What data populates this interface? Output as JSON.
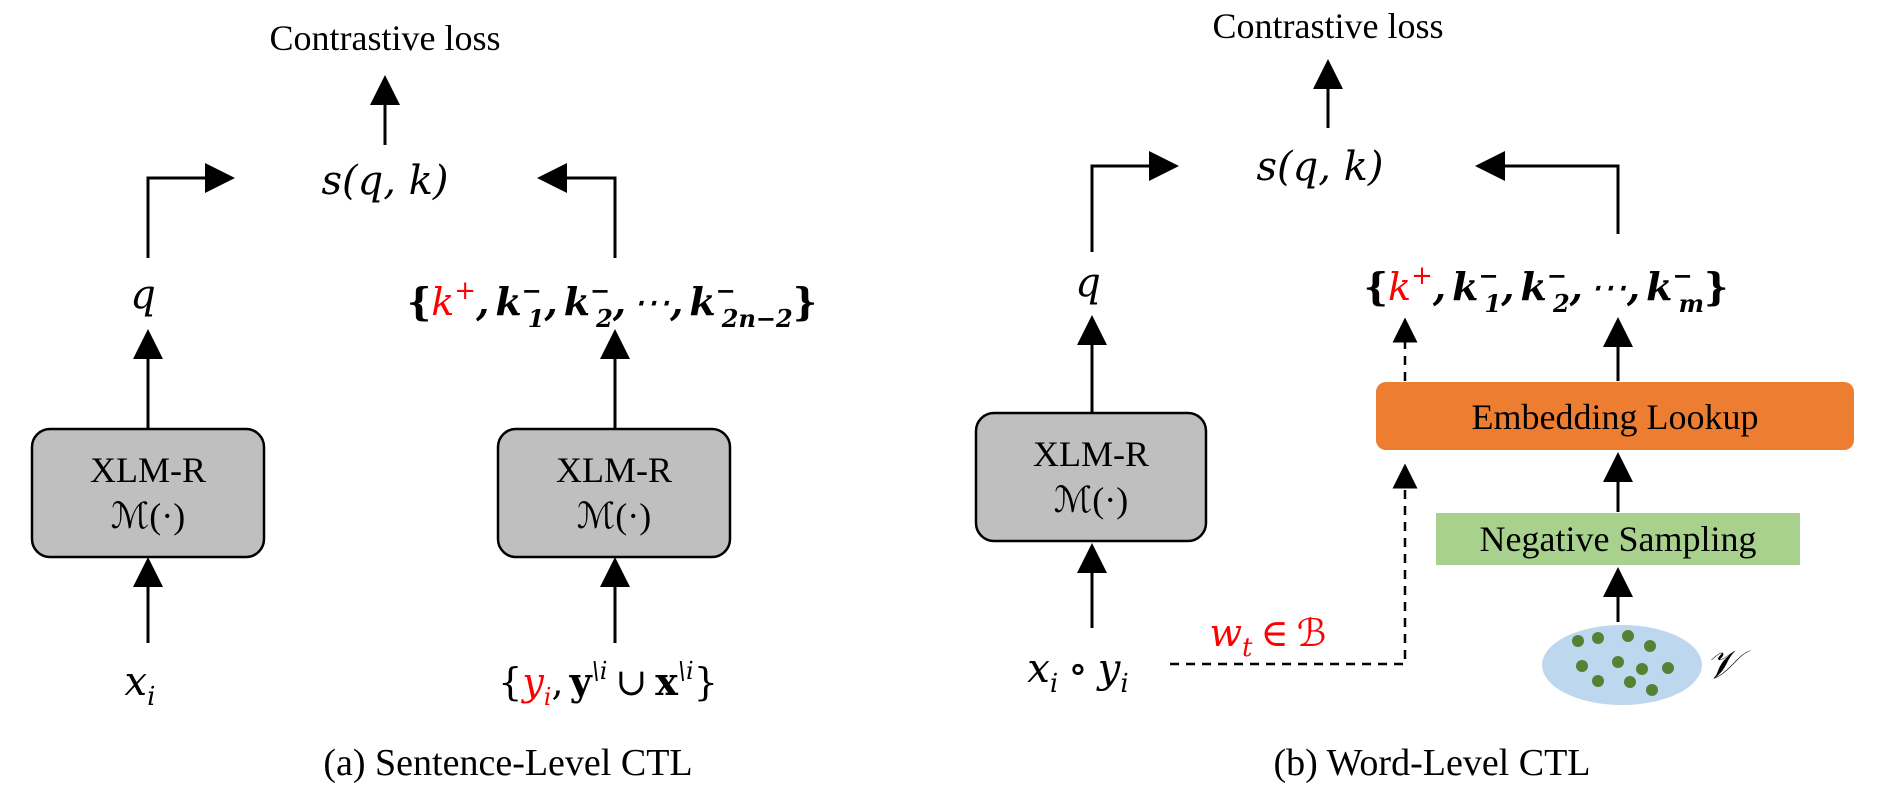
{
  "colors": {
    "red": "#ff0000",
    "box_gray": "#bfbfbf",
    "embedding_orange": "#ed7d31",
    "sampling_green": "#a9d18e",
    "vocab_blue": "#bdd7ee",
    "vocab_dot": "#548235"
  },
  "panel_a": {
    "caption": "(a) Sentence-Level CTL",
    "loss_label": "Contrastive loss",
    "score": "s(q, k)",
    "query": "q",
    "encoder_left": {
      "name": "XLM-R",
      "fn": "ℳ(·)"
    },
    "encoder_right": {
      "name": "XLM-R",
      "fn": "ℳ(·)"
    },
    "input_left": {
      "x": "x",
      "sub": "i"
    },
    "keys": {
      "open": "{",
      "pos": "k",
      "pos_sup": "+",
      "sep": ",",
      "k1_sup": "−",
      "k1_sub": "1",
      "k2_sup": "−",
      "k2_sub": "2",
      "dots": "⋯",
      "kn_sup": "−",
      "kn_sub": "2n−2",
      "close": "}",
      "k": "k"
    },
    "input_right": {
      "open": "{",
      "y": "y",
      "y_sub": "i",
      "comma": ",",
      "ybold": "y",
      "ysup": "\\i",
      "cup": "∪",
      "xbold": "x",
      "xsup": "\\i",
      "close": "}"
    }
  },
  "panel_b": {
    "caption": "(b) Word-Level CTL",
    "loss_label": "Contrastive loss",
    "score": "s(q, k)",
    "query": "q",
    "encoder": {
      "name": "XLM-R",
      "fn": "ℳ(·)"
    },
    "embedding_lookup": "Embedding Lookup",
    "negative_sampling": "Negative Sampling",
    "vocab_symbol": "𝒱",
    "input": {
      "x": "x",
      "x_sub": "i",
      "circ": "∘",
      "y": "y",
      "y_sub": "i"
    },
    "word": {
      "w": "w",
      "w_sub": "t",
      "in": "∈",
      "batch": "ℬ"
    },
    "keys": {
      "open": "{",
      "pos": "k",
      "pos_sup": "+",
      "sep": ",",
      "k1_sup": "−",
      "k1_sub": "1",
      "k2_sup": "−",
      "k2_sub": "2",
      "dots": "⋯",
      "km_sup": "−",
      "km_sub": "m",
      "close": "}",
      "k": "k"
    }
  }
}
